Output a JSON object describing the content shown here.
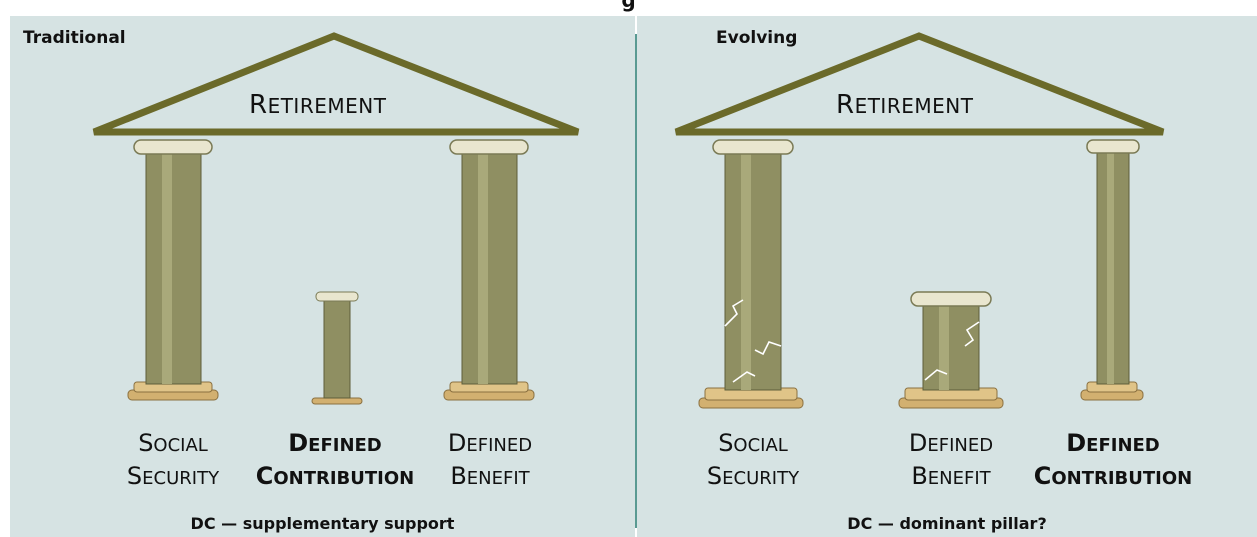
{
  "header": {
    "title": "g"
  },
  "panels": [
    {
      "heading": "Traditional",
      "roof": {
        "label_first": "R",
        "label_rest": "ETIREMENT"
      },
      "pillars": [
        {
          "line1_first": "S",
          "line1_rest": "OCIAL",
          "line2_first": "S",
          "line2_rest": "ECURITY",
          "bold": false
        },
        {
          "line1_first": "D",
          "line1_rest": "EFINED",
          "line2_first": "C",
          "line2_rest": "ONTRIBUTION",
          "bold": true
        },
        {
          "line1_first": "D",
          "line1_rest": "EFINED",
          "line2_first": "B",
          "line2_rest": "ENEFIT",
          "bold": false
        }
      ],
      "caption": "DC — supplementary support"
    },
    {
      "heading": "Evolving",
      "roof": {
        "label_first": "R",
        "label_rest": "ETIREMENT"
      },
      "pillars": [
        {
          "line1_first": "S",
          "line1_rest": "OCIAL",
          "line2_first": "S",
          "line2_rest": "ECURITY",
          "bold": false
        },
        {
          "line1_first": "D",
          "line1_rest": "EFINED",
          "line2_first": "B",
          "line2_rest": "ENEFIT",
          "bold": false
        },
        {
          "line1_first": "D",
          "line1_rest": "EFINED",
          "line2_first": "C",
          "line2_rest": "ONTRIBUTION",
          "bold": true
        }
      ],
      "caption": "DC — dominant pillar?"
    }
  ],
  "colors": {
    "background": "#d6e3e3",
    "divider": "#5a9a92",
    "roof_stroke": "#6b6a2a",
    "pillar_shaft": "#8f8f62",
    "pillar_base": "#d2b070",
    "capital": "#e9e6cf"
  }
}
